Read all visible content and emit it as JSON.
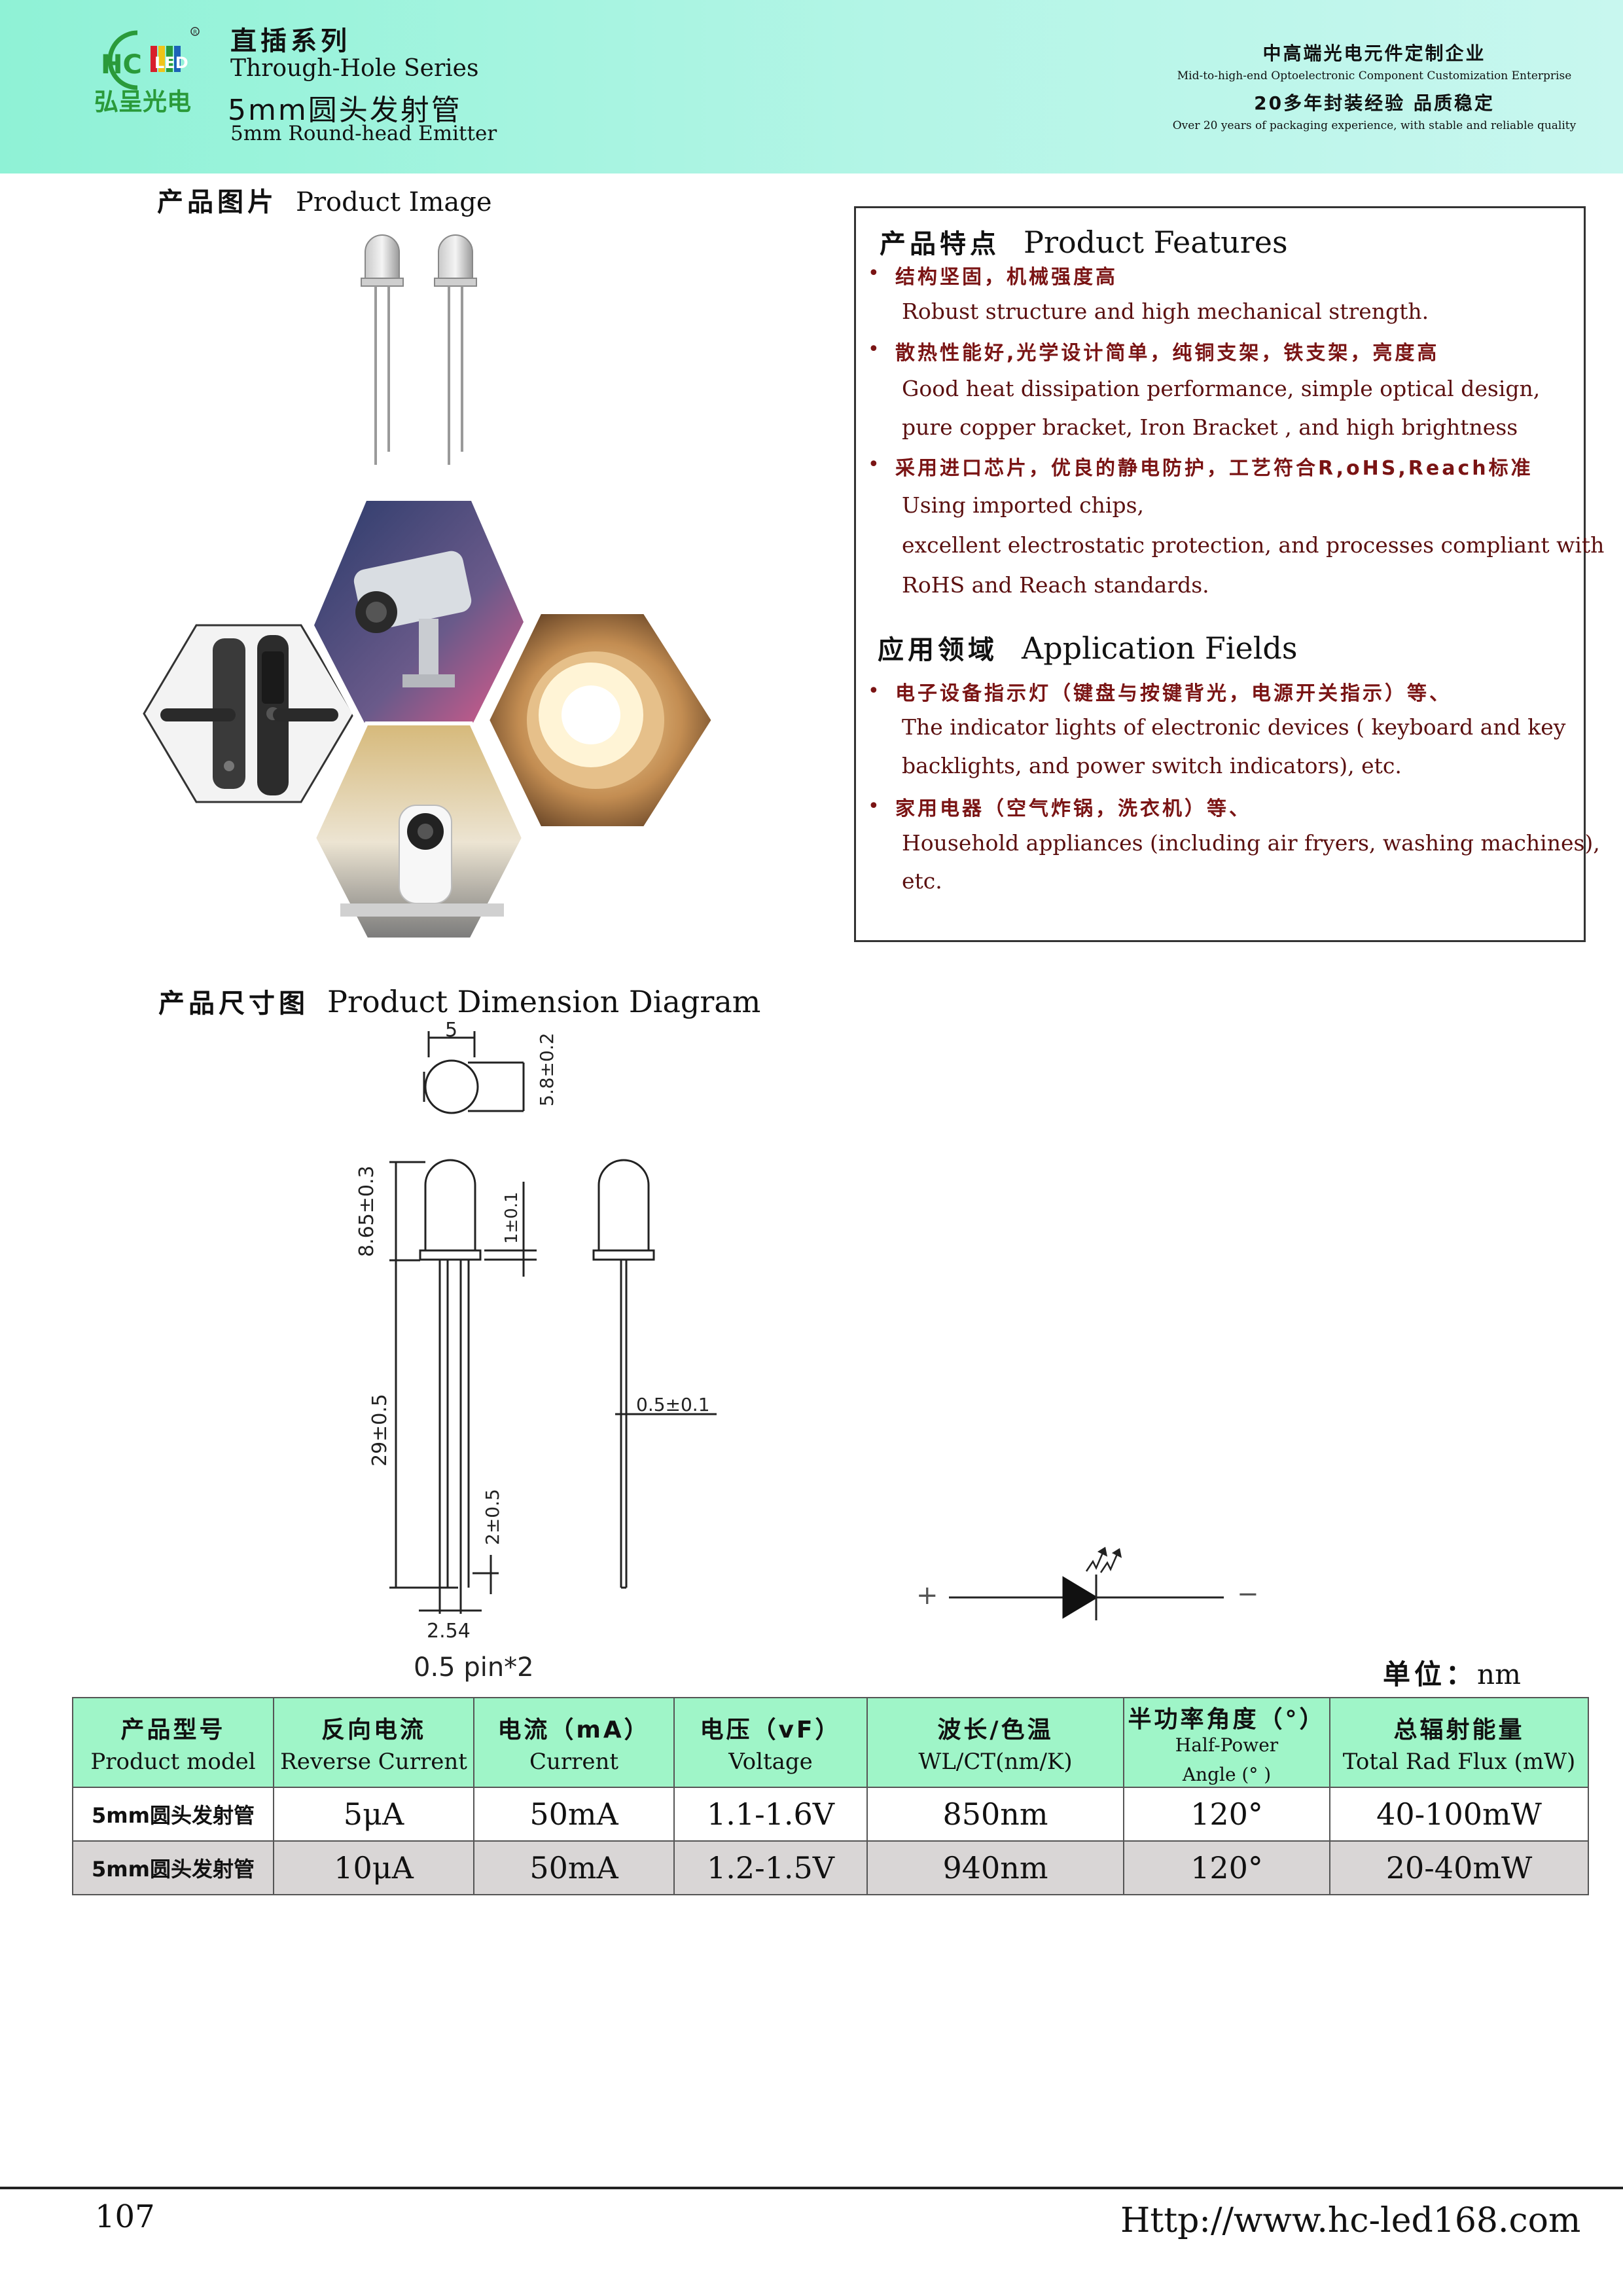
{
  "header": {
    "logo_text": "HC",
    "logo_led": "LED",
    "logo_cn": "弘呈光电",
    "series_cn": "直插系列",
    "series_en": "Through-Hole Series",
    "product_cn": "5mm圆头发射管",
    "product_en": "5mm Round-head Emitter",
    "right_cn1": "中高端光电元件定制企业",
    "right_en1": "Mid-to-high-end Optoelectronic Component Customization Enterprise",
    "right_cn2": "20多年封装经验 品质稳定",
    "right_en2": "Over 20 years of packaging experience, with stable and reliable quality"
  },
  "product_image": {
    "title_cn": "产品图片",
    "title_en": "Product Image"
  },
  "features": {
    "title_cn": "产品特点",
    "title_en": "Product Features",
    "items": [
      {
        "cn": "结构坚固，机械强度高",
        "en": [
          "Robust structure and high mechanical strength."
        ]
      },
      {
        "cn": "散热性能好,光学设计简单，纯铜支架，铁支架，亮度高",
        "en": [
          "Good heat dissipation performance, simple optical design,",
          "pure copper bracket, Iron Bracket , and high brightness"
        ]
      },
      {
        "cn": "采用进口芯片，优良的静电防护，工艺符合R,oHS,Reach标准",
        "en": [
          "Using imported chips,",
          "excellent electrostatic protection, and processes compliant with",
          "RoHS and Reach standards."
        ]
      }
    ]
  },
  "applications": {
    "title_cn": "应用领域",
    "title_en": "Application Fields",
    "items": [
      {
        "cn": "电子设备指示灯（键盘与按键背光，电源开关指示）等、",
        "en": [
          "The indicator lights of electronic devices ( keyboard and key",
          "backlights, and power switch indicators), etc."
        ]
      },
      {
        "cn": "家用电器（空气炸锅，洗衣机）等、",
        "en": [
          "Household appliances (including air fryers, washing machines),",
          "etc."
        ]
      }
    ]
  },
  "dimension": {
    "title_cn": "产品尺寸图",
    "title_en": "Product Dimension Diagram",
    "labels": {
      "top_width": "5",
      "top_height": "5.8±0.2",
      "body_height": "8.65±0.3",
      "flange": "1±0.1",
      "lead_length": "29±0.5",
      "lead_offset": "2±0.5",
      "lead_width": "0.5±0.1",
      "pitch": "2.54",
      "pin": "0.5  pin*2"
    },
    "symbol_plus": "+",
    "symbol_minus": "−"
  },
  "unit": {
    "cn": "单位：",
    "en": "nm"
  },
  "table": {
    "headers": [
      {
        "cn": "产品型号",
        "en": "Product model"
      },
      {
        "cn": "反向电流",
        "en": "Reverse Current"
      },
      {
        "cn": "电流（mA）",
        "en": "Current"
      },
      {
        "cn": "电压（vF）",
        "en": "Voltage"
      },
      {
        "cn": "波长/色温",
        "en": "WL/CT(nm/K)"
      },
      {
        "cn": "半功率角度（°）",
        "en": "Half-Power",
        "en2": "Angle (° )"
      },
      {
        "cn": "总辐射能量",
        "en": "Total Rad Flux  (mW)"
      }
    ],
    "rows": [
      [
        "5mm圆头发射管",
        "5μA",
        "50mA",
        "1.1-1.6V",
        "850nm",
        "120°",
        "40-100mW"
      ],
      [
        "5mm圆头发射管",
        "10μA",
        "50mA",
        "1.2-1.5V",
        "940nm",
        "120°",
        "20-40mW"
      ]
    ]
  },
  "footer": {
    "page": "107",
    "url": "Http://www.hc-led168.com"
  },
  "colors": {
    "header_bg": "#9ff3dc",
    "table_head_bg": "#9ff5c8",
    "feature_text": "#7a1414",
    "row_alt": "#d9d6d6"
  }
}
